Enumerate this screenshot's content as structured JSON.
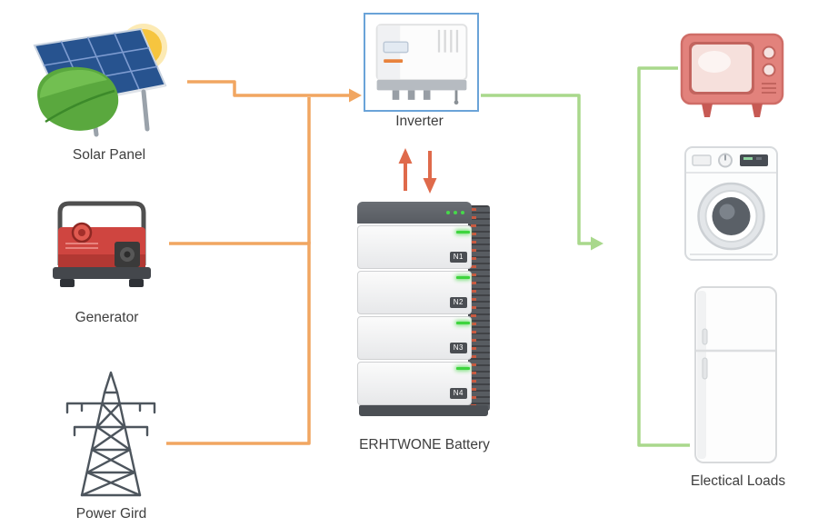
{
  "labels": {
    "solar_panel": "Solar Panel",
    "generator": "Generator",
    "power_grid": "Power Gird",
    "inverter": "Inverter",
    "battery": "ERHTWONE Battery",
    "electrical_loads": "Electical Loads"
  },
  "battery": {
    "modules": [
      "N1",
      "N2",
      "N3",
      "N4"
    ]
  },
  "colors": {
    "source_flow": "#f1a661",
    "battery_flow": "#df6a4b",
    "load_flow": "#a9d88c",
    "inverter_frame": "#6aa3d8"
  }
}
